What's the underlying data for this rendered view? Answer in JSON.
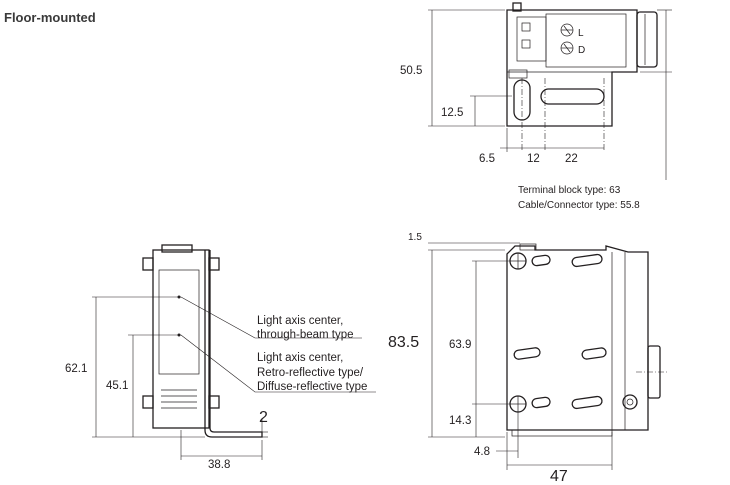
{
  "title": "Floor-mounted",
  "top_view": {
    "dim_height": "50.5",
    "dim_slot": "12.5",
    "dim_a": "6.5",
    "dim_b": "12",
    "dim_c": "22",
    "note_terminal": "Terminal block type: 63",
    "note_cable": "Cable/Connector type: 55.8",
    "switch_mark_1": "L",
    "switch_mark_2": "D"
  },
  "side_view": {
    "dim_total": "62.1",
    "dim_mid": "45.1",
    "dim_width": "38.8",
    "dim_thickness": "2",
    "callout_1_line1": "Light axis center,",
    "callout_1_line2": "through-beam type",
    "callout_2_line1": "Light axis center,",
    "callout_2_line2": "Retro-reflective type/",
    "callout_2_line3": "Diffuse-reflective type"
  },
  "front_view": {
    "dim_top": "1.5",
    "dim_height": "83.5",
    "dim_hole_pitch": "63.9",
    "dim_hole_bottom": "14.3",
    "dim_hole_side": "4.8",
    "dim_width": "47"
  }
}
